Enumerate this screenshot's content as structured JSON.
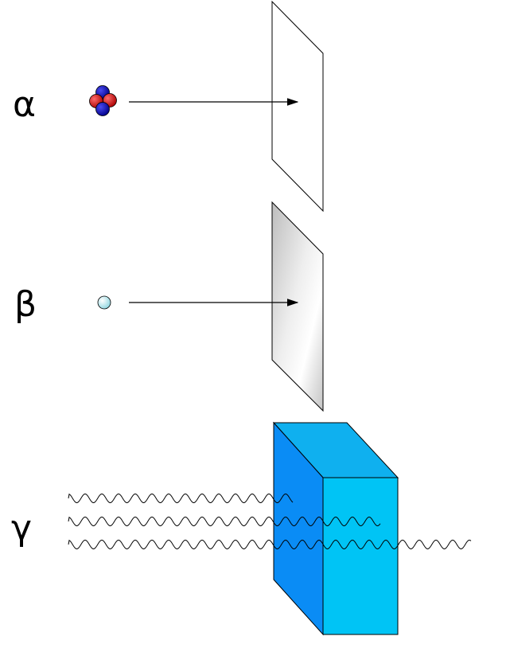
{
  "labels": {
    "alpha": "α",
    "beta": "β",
    "gamma": "γ"
  },
  "colors": {
    "proton": "#cc1111",
    "neutron": "#1111aa",
    "electron": "#bfeef2",
    "block_front": "#0a8cf5",
    "block_side": "#00c4f5",
    "block_top": "#0fb0ef"
  },
  "icons": [
    "alpha-particle-icon",
    "beta-particle-icon",
    "gamma-wave-icon"
  ]
}
